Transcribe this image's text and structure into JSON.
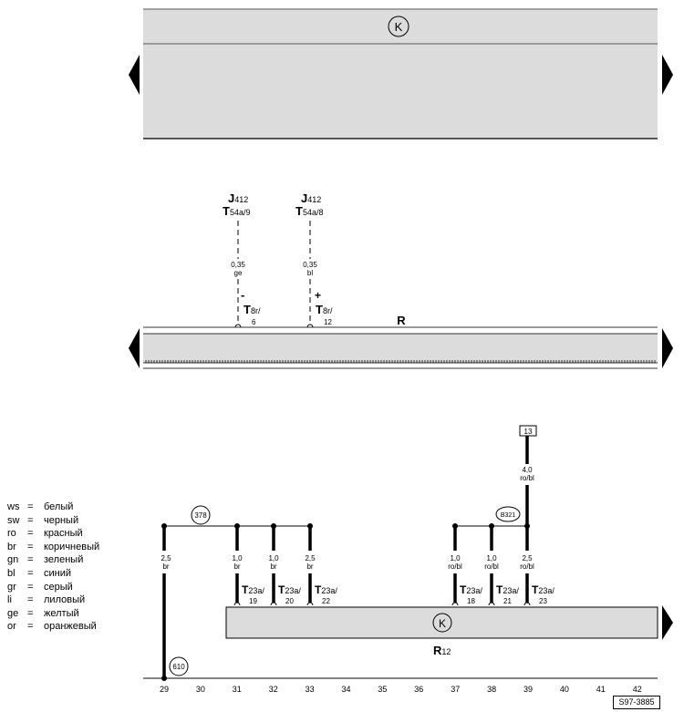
{
  "components": {
    "K": "K",
    "R": "R",
    "R12": "R",
    "R12_sub": "12"
  },
  "connectors_top": [
    {
      "comp": "J",
      "comp_sub": "412",
      "pin": "T",
      "pin_sub": "54a/9",
      "cross": "0,35",
      "color": "ge",
      "sign": "-",
      "t": "T",
      "t_sub": "8r/",
      "t_num": "6"
    },
    {
      "comp": "J",
      "comp_sub": "412",
      "pin": "T",
      "pin_sub": "54a/8",
      "cross": "0,35",
      "color": "bl",
      "sign": "+",
      "t": "T",
      "t_sub": "8r/",
      "t_num": "12"
    }
  ],
  "bottom": {
    "ref_13": "13",
    "node_378": "378",
    "node_B321": "B321",
    "node_610": "610",
    "feed_cross": "4,0",
    "feed_color": "ro/bl",
    "wires": [
      {
        "cross": "2,5",
        "color": "br"
      },
      {
        "cross": "1,0",
        "color": "br",
        "t": "T",
        "t_sub": "23a/",
        "t_num": "19"
      },
      {
        "cross": "1,0",
        "color": "br",
        "t": "T",
        "t_sub": "23a/",
        "t_num": "20"
      },
      {
        "cross": "2,5",
        "color": "br",
        "t": "T",
        "t_sub": "23a/",
        "t_num": "22"
      },
      {
        "cross": "1,0",
        "color": "ro/bl",
        "t": "T",
        "t_sub": "23a/",
        "t_num": "18"
      },
      {
        "cross": "1,0",
        "color": "ro/bl",
        "t": "T",
        "t_sub": "23a/",
        "t_num": "21"
      },
      {
        "cross": "2,5",
        "color": "ro/bl",
        "t": "T",
        "t_sub": "23a/",
        "t_num": "23"
      }
    ],
    "tracks": [
      "29",
      "30",
      "31",
      "32",
      "33",
      "34",
      "35",
      "36",
      "37",
      "38",
      "39",
      "40",
      "41",
      "42"
    ]
  },
  "legend": [
    {
      "code": "ws",
      "eq": "=",
      "name": "белый"
    },
    {
      "code": "sw",
      "eq": "=",
      "name": "черный"
    },
    {
      "code": "ro",
      "eq": "=",
      "name": "красный"
    },
    {
      "code": "br",
      "eq": "=",
      "name": "коричневый"
    },
    {
      "code": "gn",
      "eq": "=",
      "name": "зеленый"
    },
    {
      "code": "bl",
      "eq": "=",
      "name": "синий"
    },
    {
      "code": "gr",
      "eq": "=",
      "name": "серый"
    },
    {
      "code": "li",
      "eq": "=",
      "name": "лиловый"
    },
    {
      "code": "ge",
      "eq": "=",
      "name": "желтый"
    },
    {
      "code": "or",
      "eq": "=",
      "name": "оранжевый"
    }
  ],
  "stamp": "S97-3885"
}
